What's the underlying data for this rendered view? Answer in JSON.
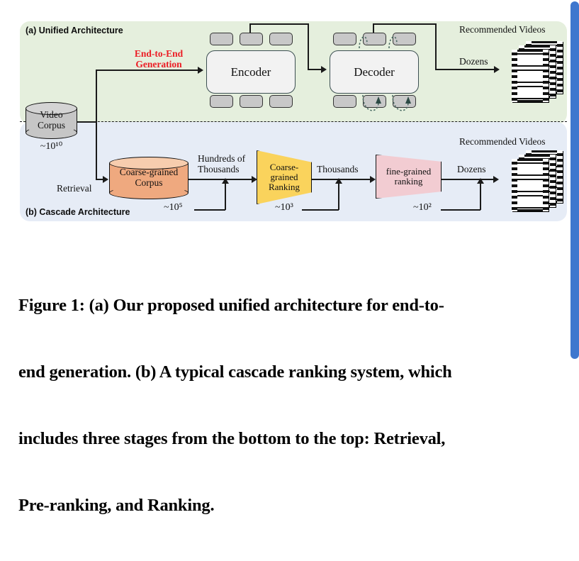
{
  "figure": {
    "panel_a": {
      "label": "(a) Unified Architecture",
      "bg": "#e5efdd"
    },
    "panel_b": {
      "label": "(b) Cascade Architecture",
      "bg": "#e6ecf6"
    },
    "unified": {
      "edge_label": "End-to-End\nGeneration",
      "edge_label_color": "#ec1c24",
      "encoder": "Encoder",
      "decoder": "Decoder",
      "output_title": "Recommended Videos",
      "output_count": "Dozens"
    },
    "cascade": {
      "video_corpus": "Video\nCorpus",
      "video_corpus_scale": "~10¹⁰",
      "retrieval_label": "Retrieval",
      "coarse_corpus": "Coarse-grained\nCorpus",
      "coarse_corpus_scale": "~10⁵",
      "hundreds_label": "Hundreds of\nThousands",
      "coarse_ranking": "Coarse-\ngrained\nRanking",
      "coarse_ranking_scale": "~10³",
      "thousands_label": "Thousands",
      "fine_ranking": "fine-grained\nranking",
      "fine_ranking_scale": "~10²",
      "output_title": "Recommended Videos",
      "output_count": "Dozens"
    },
    "colors": {
      "video_corpus_fill": "#c6c6c6",
      "coarse_corpus_fill": "#efa97f",
      "coarse_ranking_fill": "#fad35c",
      "fine_ranking_fill": "#f2ccd2",
      "block_fill": "#f2f2f2",
      "token_fill": "#c8c8c8",
      "accent_red": "#ec1c24"
    }
  },
  "caption": {
    "line1": "Figure 1: (a) Our proposed unified architecture for end-to-",
    "line2": "end generation. (b) A typical cascade ranking system, which",
    "line3": "includes three stages from the bottom to the top: Retrieval,",
    "line4": "Pre-ranking, and Ranking."
  },
  "scrollbar": {
    "color": "#3f77ce"
  }
}
